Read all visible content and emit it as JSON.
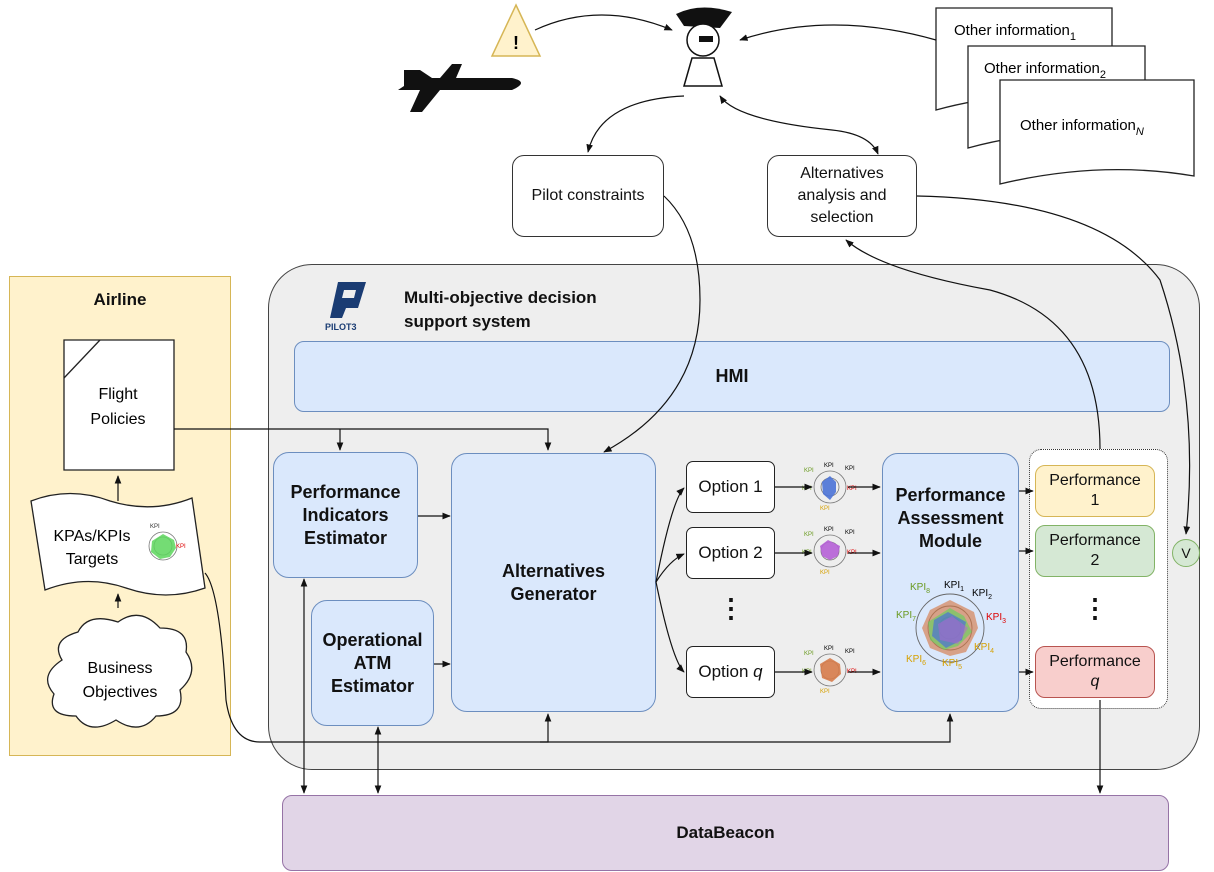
{
  "airline": {
    "title": "Airline",
    "flight_policies": [
      "Flight",
      "Policies"
    ],
    "kpas": [
      "KPAs/KPIs",
      "Targets"
    ],
    "business": [
      "Business",
      "Objectives"
    ]
  },
  "system": {
    "title_line1": "Multi-objective decision",
    "title_line2": "support system",
    "logo_text": "PILOT3"
  },
  "hmi": "HMI",
  "pie": [
    "Performance",
    "Indicators",
    "Estimator"
  ],
  "atm": [
    "Operational",
    "ATM",
    "Estimator"
  ],
  "generator": [
    "Alternatives",
    "Generator"
  ],
  "options": {
    "opt1": "Option 1",
    "opt2": "Option 2",
    "optq_prefix": "Option ",
    "optq_var": "q",
    "dots": "⋮"
  },
  "pam": [
    "Performance",
    "Assessment",
    "Module"
  ],
  "perf": {
    "p1": {
      "label": "Performance",
      "sub": "1",
      "color": "#fff2cc",
      "border": "#d6b656"
    },
    "p2": {
      "label": "Performance",
      "sub": "2",
      "color": "#d5e8d4",
      "border": "#82b366"
    },
    "pq": {
      "label": "Performance",
      "sub": "q",
      "color": "#f8cecc",
      "border": "#b85450"
    },
    "dots": "⋮"
  },
  "v_label": "V",
  "pilot_constraints": "Pilot constraints",
  "alternatives_analysis": [
    "Alternatives",
    "analysis and",
    "selection"
  ],
  "other_info": {
    "o1": "Other information",
    "o1_sub": "1",
    "o2": "Other information",
    "o2_sub": "2",
    "oN": "Other information",
    "oN_sub": "N"
  },
  "warning": "!",
  "databeacon": "DataBeacon",
  "kpi": {
    "k1": "KPI",
    "k2": "KPI",
    "k3": "KPI",
    "k4": "KPI",
    "k5": "KPI",
    "k6": "KPI",
    "k7": "KPI",
    "k8": "KPI",
    "subs": [
      "1",
      "2",
      "3",
      "4",
      "5",
      "6",
      "7",
      "8"
    ]
  },
  "colors": {
    "airline_bg": "#fff2cc",
    "airline_border": "#d6b656",
    "system_bg": "#efefef",
    "blue": "#dae8fc",
    "blue_border": "#6c8ebf",
    "databeacon_bg": "#e1d5e7",
    "databeacon_border": "#9673a6"
  }
}
